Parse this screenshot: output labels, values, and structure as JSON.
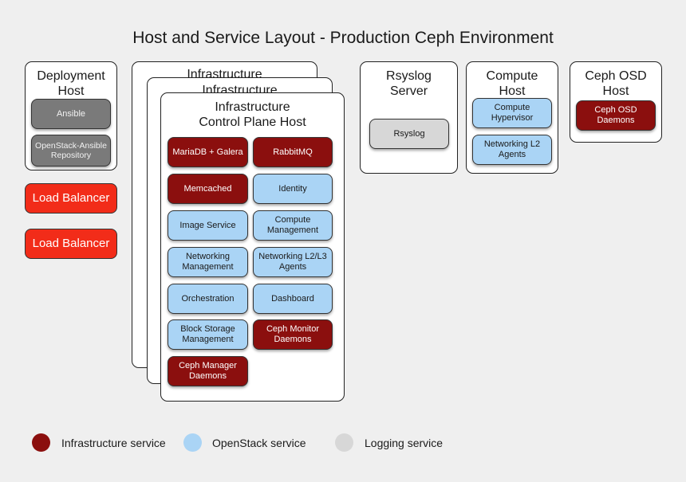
{
  "title": "Host and Service Layout - Production Ceph Environment",
  "colors": {
    "infrastructure": "#8b0f0e",
    "openstack": "#aad4f5",
    "logging": "#d7d7d7",
    "load_balancer": "#f22c19",
    "deployment_service": "#7a7a7a"
  },
  "deployment_host": {
    "title_line1": "Deployment",
    "title_line2": "Host",
    "services": [
      "Ansible",
      "OpenStack-Ansible Repository"
    ]
  },
  "load_balancers": [
    "Load Balancer",
    "Load Balancer"
  ],
  "infrastructure_hosts": {
    "back_title": "Infrastructure",
    "middle_title": "Infrastructure",
    "front_title_line1": "Infrastructure",
    "front_title_line2": "Control Plane Host",
    "services": [
      {
        "label": "MariaDB + Galera",
        "type": "infrastructure"
      },
      {
        "label": "RabbitMQ",
        "type": "infrastructure"
      },
      {
        "label": "Memcached",
        "type": "infrastructure"
      },
      {
        "label": "Identity",
        "type": "openstack"
      },
      {
        "label": "Image Service",
        "type": "openstack"
      },
      {
        "label": "Compute Management",
        "type": "openstack"
      },
      {
        "label": "Networking Management",
        "type": "openstack"
      },
      {
        "label": "Networking L2/L3 Agents",
        "type": "openstack"
      },
      {
        "label": "Orchestration",
        "type": "openstack"
      },
      {
        "label": "Dashboard",
        "type": "openstack"
      },
      {
        "label": "Block Storage Management",
        "type": "openstack"
      },
      {
        "label": "Ceph Monitor Daemons",
        "type": "infrastructure"
      },
      {
        "label": "Ceph Manager Daemons",
        "type": "infrastructure"
      }
    ]
  },
  "rsyslog_server": {
    "title_line1": "Rsyslog",
    "title_line2": "Server",
    "services": [
      "Rsyslog"
    ]
  },
  "compute_host": {
    "title_line1": "Compute",
    "title_line2": "Host",
    "services": [
      "Compute Hypervisor",
      "Networking L2 Agents"
    ]
  },
  "ceph_osd_host": {
    "title_line1": "Ceph OSD",
    "title_line2": "Host",
    "services": [
      "Ceph OSD Daemons"
    ]
  },
  "legend": [
    {
      "label": "Infrastructure service",
      "color": "#8b0f0e"
    },
    {
      "label": "OpenStack service",
      "color": "#aad4f5"
    },
    {
      "label": "Logging service",
      "color": "#d7d7d7"
    }
  ]
}
